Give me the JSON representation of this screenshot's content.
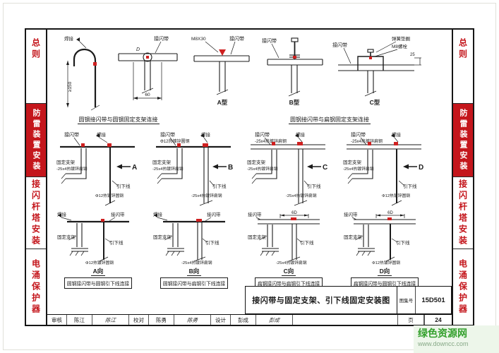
{
  "colors": {
    "accent_red": "#c4161c",
    "watermark_green": "#33a02c"
  },
  "sidebar_left": {
    "items": [
      {
        "label": "总则",
        "active": false
      },
      {
        "label": "防雷装置安装",
        "active": true
      },
      {
        "label": "接闪杆塔安装",
        "active": false
      },
      {
        "label": "电涌保护器",
        "active": false
      }
    ]
  },
  "sidebar_right": {
    "items": [
      {
        "label": "总则",
        "active": false
      },
      {
        "label": "防雷装置安装",
        "active": true
      },
      {
        "label": "接闪杆塔安装",
        "active": false
      },
      {
        "label": "电涌保护器",
        "active": false
      }
    ]
  },
  "row1": {
    "caption_left": "圆钢接闪带与圆钢固定支架连接",
    "caption_right": "圆钢接闪带与扁钢固定支架连接",
    "hook": {
      "weld": "焊接",
      "dim_height": "≥150"
    },
    "topview": {
      "strip": "接闪带",
      "dia": "D",
      "dim_width": "60"
    },
    "typeA": {
      "bolt": "M8X30",
      "strip": "接闪带",
      "label": "A型"
    },
    "typeB": {
      "strip": "接闪带",
      "label": "B型"
    },
    "typeC": {
      "strip": "接闪带",
      "washer": "弹簧垫圈",
      "bolt": "M8螺栓",
      "dim": "25",
      "label": "C型"
    }
  },
  "row2": {
    "diagrams": [
      {
        "sec": "A",
        "strip_l1": "接闪带",
        "strip_l2": "",
        "weld": "焊接",
        "sup1": "固定支架",
        "sup2": "-25x4热镀锌扁钢",
        "lead1": "引下线",
        "lead2": "Φ12热镀锌圆钢"
      },
      {
        "sec": "B",
        "strip_l1": "接闪带",
        "strip_l2": "Φ12热镀锌圆钢",
        "weld": "焊接",
        "sup1": "固定支架",
        "sup2": "-25x4热镀锌扁钢",
        "lead1": "引下线",
        "lead2": "-25x4热镀锌扁钢"
      },
      {
        "sec": "C",
        "strip_l1": "接闪带",
        "strip_l2": "-25x4热镀锌扁钢",
        "weld": "焊接",
        "sup1": "固定支架",
        "sup2": "-25x4热镀锌扁钢",
        "lead1": "引下线",
        "lead2": "-25x4热镀锌扁钢"
      },
      {
        "sec": "D",
        "strip_l1": "接闪带",
        "strip_l2": "-25x4热镀锌扁钢",
        "weld": "焊接",
        "sup1": "固定支架",
        "sup2": "-25x4热镀锌扁钢",
        "lead1": "引下线",
        "lead2": "Φ12热镀锌圆钢"
      }
    ]
  },
  "row3": {
    "views": [
      {
        "dir": "A向",
        "strip": "接闪带",
        "weld": "焊接",
        "dim": "",
        "sup": "固定支架",
        "lead1": "引下线",
        "lead2": "Φ12热镀锌圆钢",
        "caption": "圆钢接闪带与圆钢引下线连接"
      },
      {
        "dir": "B向",
        "strip": "接闪带",
        "weld": "焊接",
        "dim": "",
        "sup": "固定支架",
        "lead1": "引下线",
        "lead2": "-25x4热镀锌扁钢",
        "caption": "圆钢接闪带与扁钢引下线连接"
      },
      {
        "dir": "C向",
        "strip": "接闪带",
        "weld": "",
        "dim": "6D",
        "sup": "固定支架",
        "lead1": "引下线",
        "lead2": "-25x4热镀锌扁钢",
        "caption": "扁钢接闪带与扁钢引下线连接"
      },
      {
        "dir": "D向",
        "strip": "接闪带",
        "weld": "",
        "dim": "6D",
        "sup": "固定支架",
        "lead1": "引下线",
        "lead2": "Φ12热镀锌圆钢",
        "caption": "扁钢接闪带与圆钢引下线连接"
      }
    ]
  },
  "titleblock": {
    "title": "接闪带与固定支架、引下线固定安装图",
    "atlas_label": "图集号",
    "atlas_no": "15D501",
    "page_label": "页",
    "page_no": "24",
    "review_label": "审核",
    "review_name": "陈江",
    "review_sig": "陈江",
    "check_label": "校对",
    "check_name": "陈勇",
    "check_sig": "陈勇",
    "design_label": "设计",
    "design_name": "彭成",
    "design_sig": "彭成"
  },
  "watermark": {
    "site": "绿色资源网",
    "url": "www.downcc.com"
  }
}
